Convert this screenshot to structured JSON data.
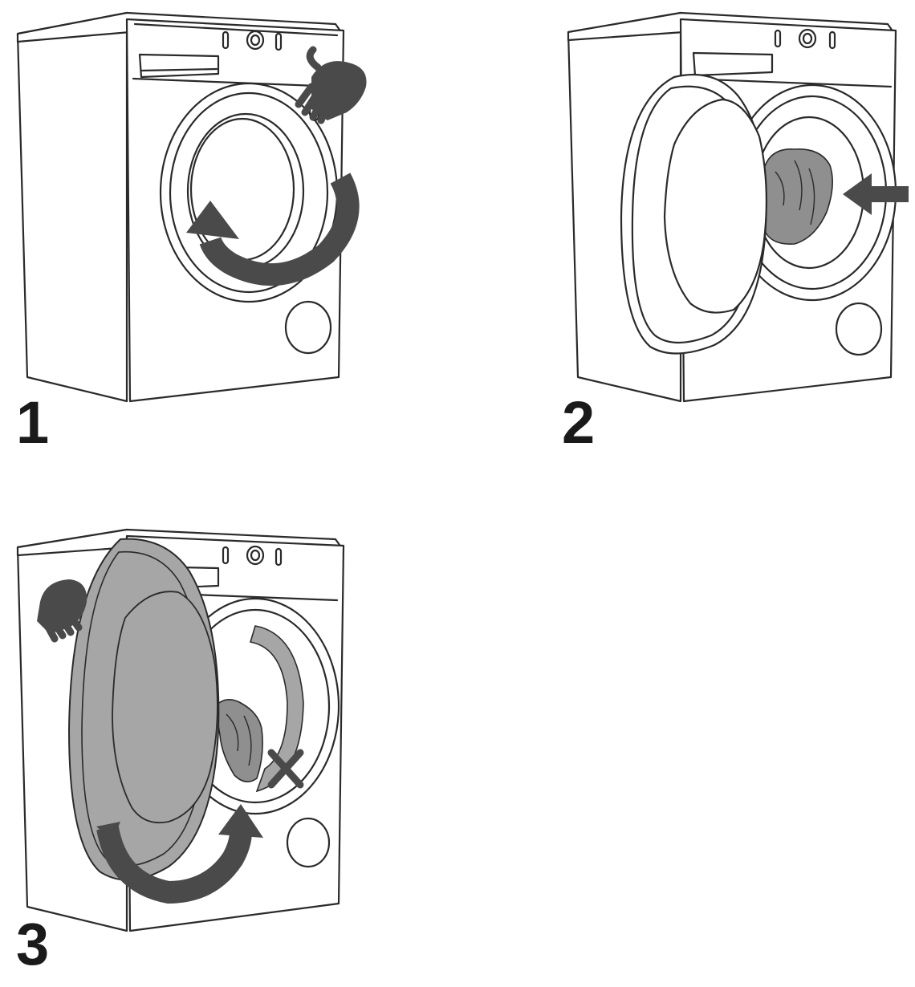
{
  "steps": [
    {
      "number": "1"
    },
    {
      "number": "2"
    },
    {
      "number": "3"
    }
  ],
  "colors": {
    "line": "#2a2a2a",
    "arrow": "#4a4a4a",
    "door_fill": "#a6a6a6",
    "laundry": "#8f8f8f",
    "background": "#ffffff"
  }
}
